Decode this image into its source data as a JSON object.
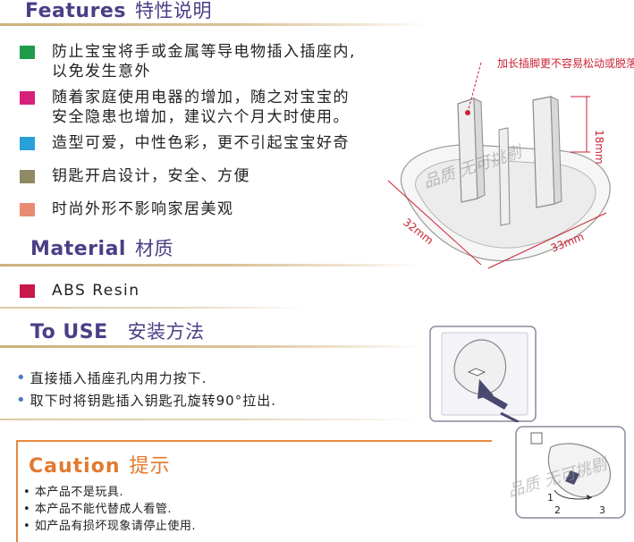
{
  "features": {
    "title_en": "Features",
    "title_cn": "特性说明",
    "items": [
      {
        "color": "#1f9a4a",
        "text": "防止宝宝将手或金属等导电物插入插座内,\n以免发生意外"
      },
      {
        "color": "#d6207a",
        "text": "随着家庭使用电器的增加，随之对宝宝的\n安全隐患也增加，建议六个月大时使用。"
      },
      {
        "color": "#2aa0d8",
        "text": "造型可爱，中性色彩，更不引起宝宝好奇"
      },
      {
        "color": "#8f8a64",
        "text": "钥匙开启设计，安全、方便"
      },
      {
        "color": "#e98a72",
        "text": "时尚外形不影响家居美观"
      }
    ]
  },
  "material": {
    "title_en": "Material",
    "title_cn": "材质",
    "item": {
      "color": "#c8174a",
      "text": "ABS Resin"
    }
  },
  "touse": {
    "title_en": "To USE",
    "title_cn": "安装方法",
    "lines": [
      "直接插入插座孔内用力按下.",
      "取下时将钥匙插入钥匙孔旋转90°拉出."
    ]
  },
  "caution": {
    "title_en": "Caution",
    "title_cn": "提示",
    "lines": [
      "本产品不是玩具.",
      "本产品不能代替成人看管.",
      "如产品有损坏现象请停止使用."
    ]
  },
  "diagram": {
    "note": "加长插脚更不容易松动或脱落",
    "dim_height": "18mm",
    "dim_depth": "32mm",
    "dim_width": "33mm",
    "watermark": "品质 无可挑剔",
    "steps": [
      "1",
      "2",
      "3"
    ]
  }
}
